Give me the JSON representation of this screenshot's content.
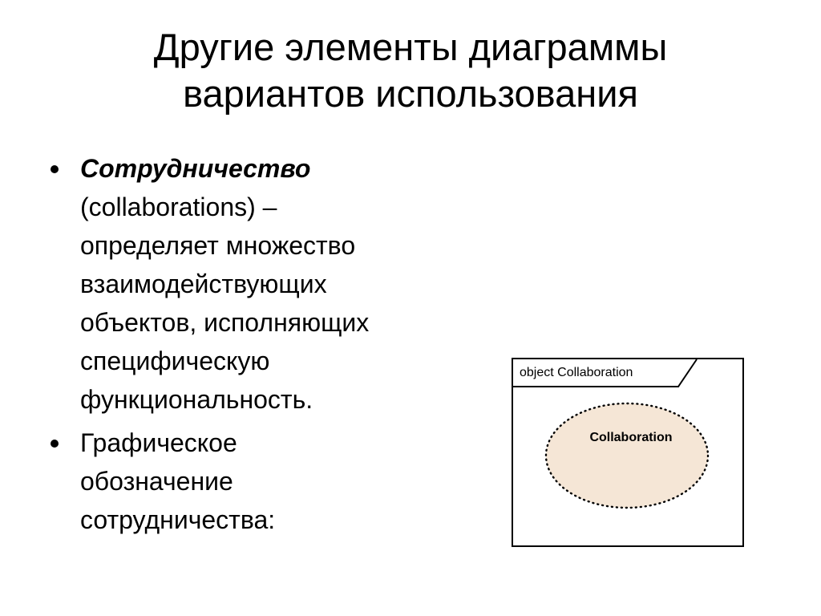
{
  "slide": {
    "title_lines": [
      "Другие элементы диаграммы",
      "вариантов использования"
    ],
    "bullets": [
      {
        "term": "Сотрудничество",
        "lines": [
          "(collaborations) –",
          "определяет множество",
          "взаимодействующих",
          "объектов, исполняющих",
          "специфическую",
          "функциональность."
        ]
      },
      {
        "lines": [
          "Графическое",
          "обозначение",
          "сотрудничества:"
        ]
      }
    ]
  },
  "diagram": {
    "frame_label": "object Collaboration",
    "collaboration_label": "Collaboration",
    "ellipse_fill": "#f5e6d6",
    "stroke_color": "#000000"
  }
}
